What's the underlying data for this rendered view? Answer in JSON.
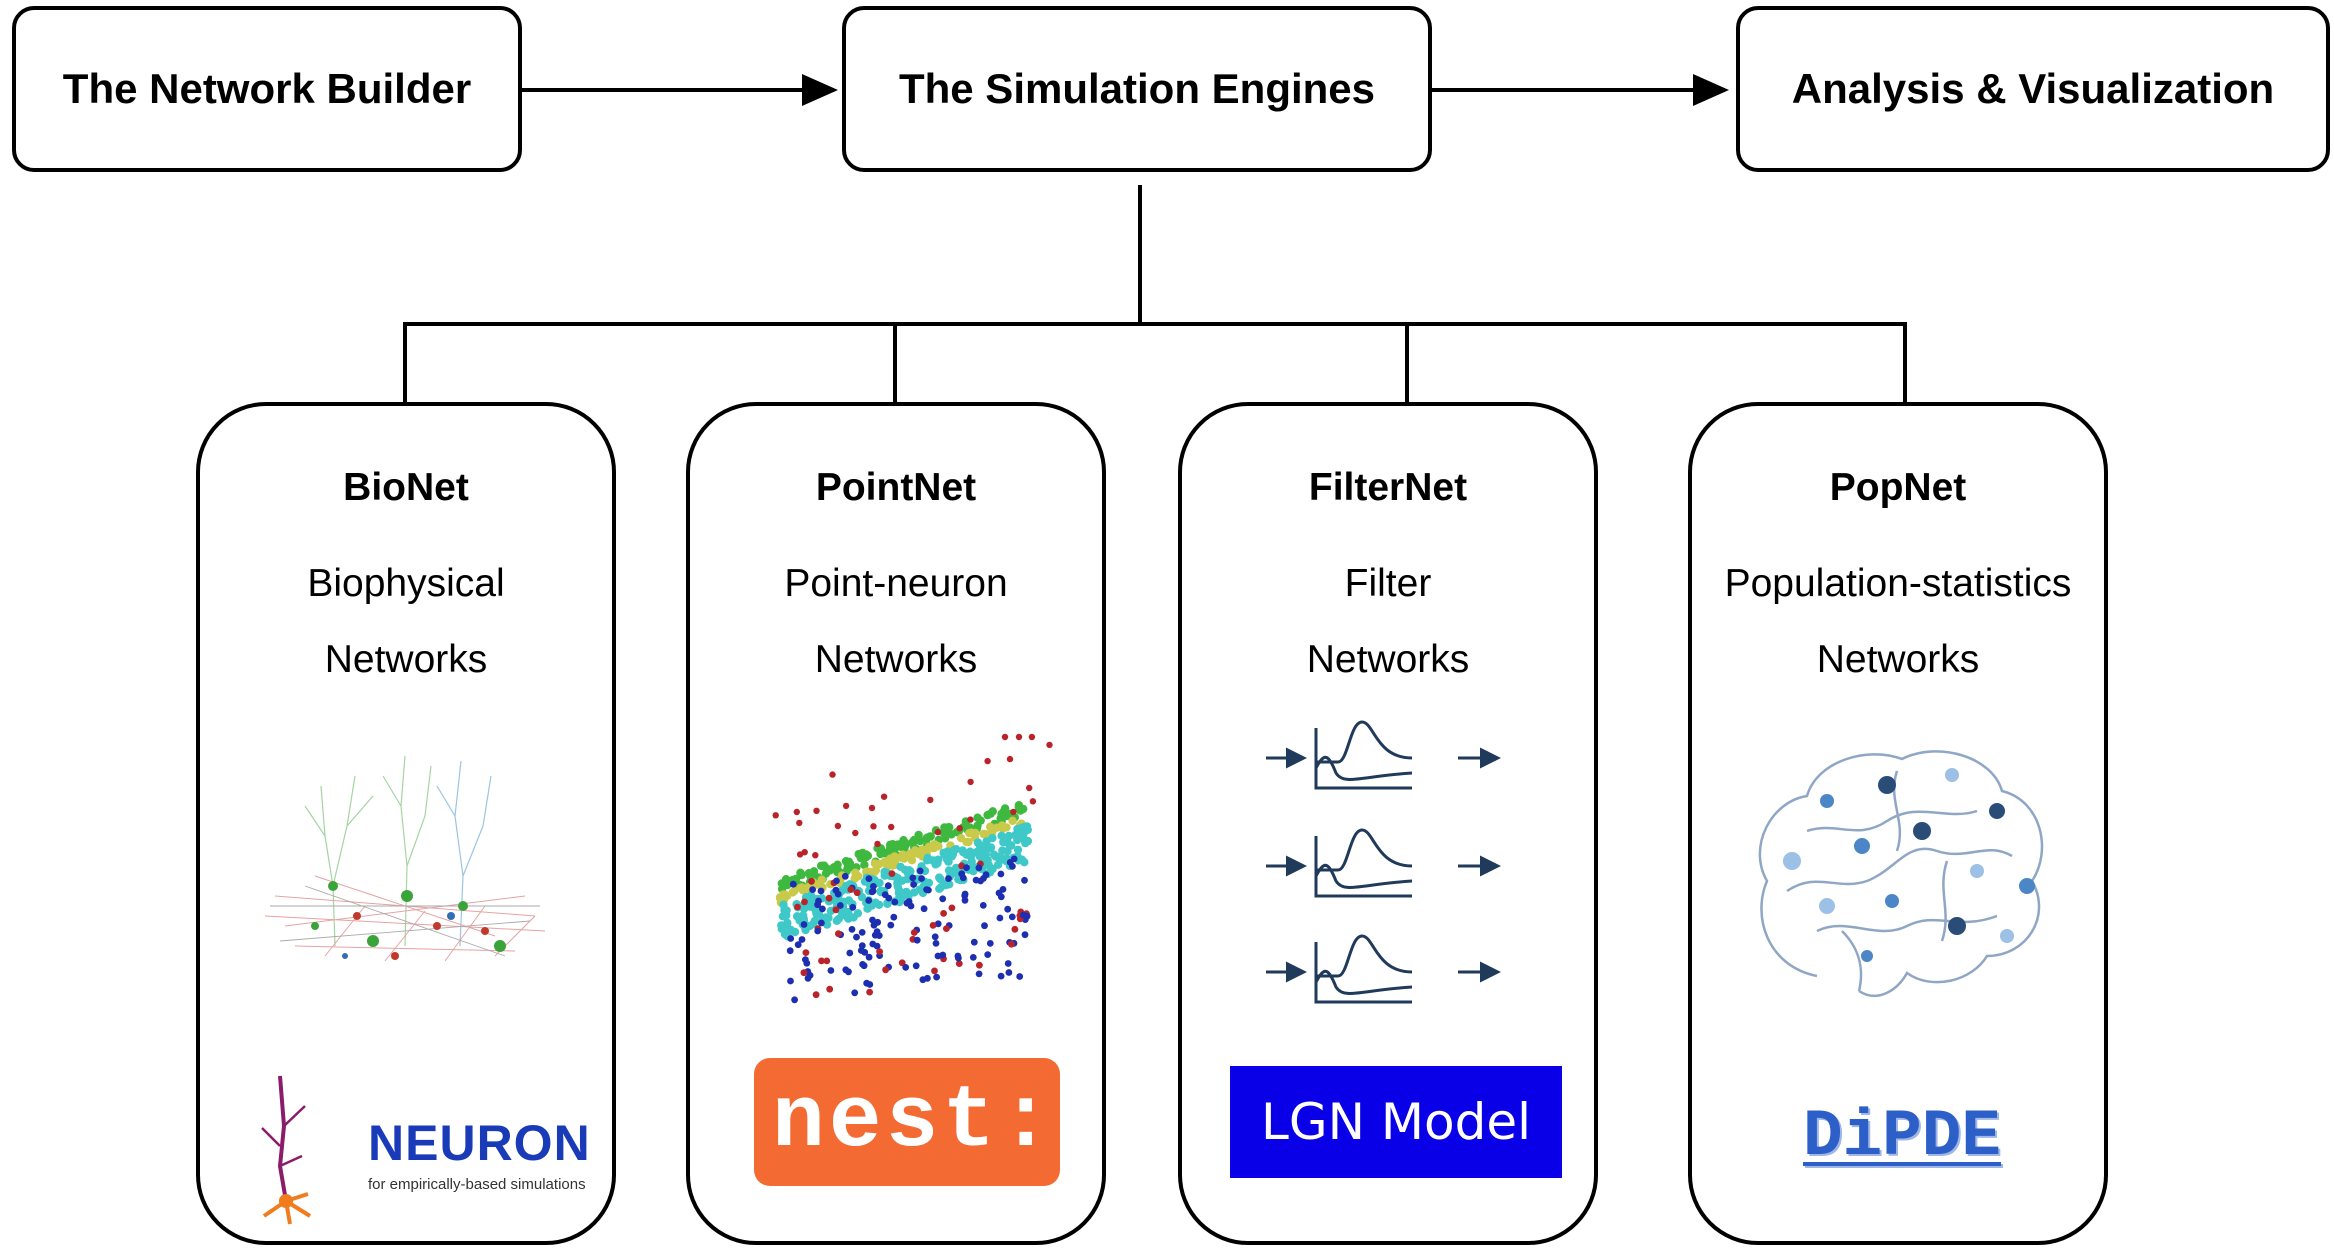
{
  "pipeline": {
    "builder": "The Network Builder",
    "engines": "The Simulation Engines",
    "analysis": "Analysis & Visualization"
  },
  "engines": [
    {
      "name": "BioNet",
      "line1": "Biophysical",
      "line2": "Networks",
      "logo_title": "NEURON",
      "logo_tagline": "for empirically-based simulations"
    },
    {
      "name": "PointNet",
      "line1": "Point-neuron",
      "line2": "Networks",
      "logo_text": "nest::"
    },
    {
      "name": "FilterNet",
      "line1": "Filter",
      "line2": "Networks",
      "logo_text": "LGN Model"
    },
    {
      "name": "PopNet",
      "line1": "Population-statistics",
      "line2": "Networks",
      "logo_text": "DiPDE"
    }
  ],
  "colors": {
    "nest_orange": "#f36b33",
    "lgn_blue": "#0a00e8",
    "dipde_blue": "#2c5fc7",
    "neuron_blue": "#1a3bb8",
    "filter_trace": "#1f3a5a",
    "brain_outline": "#8fa6c4"
  }
}
